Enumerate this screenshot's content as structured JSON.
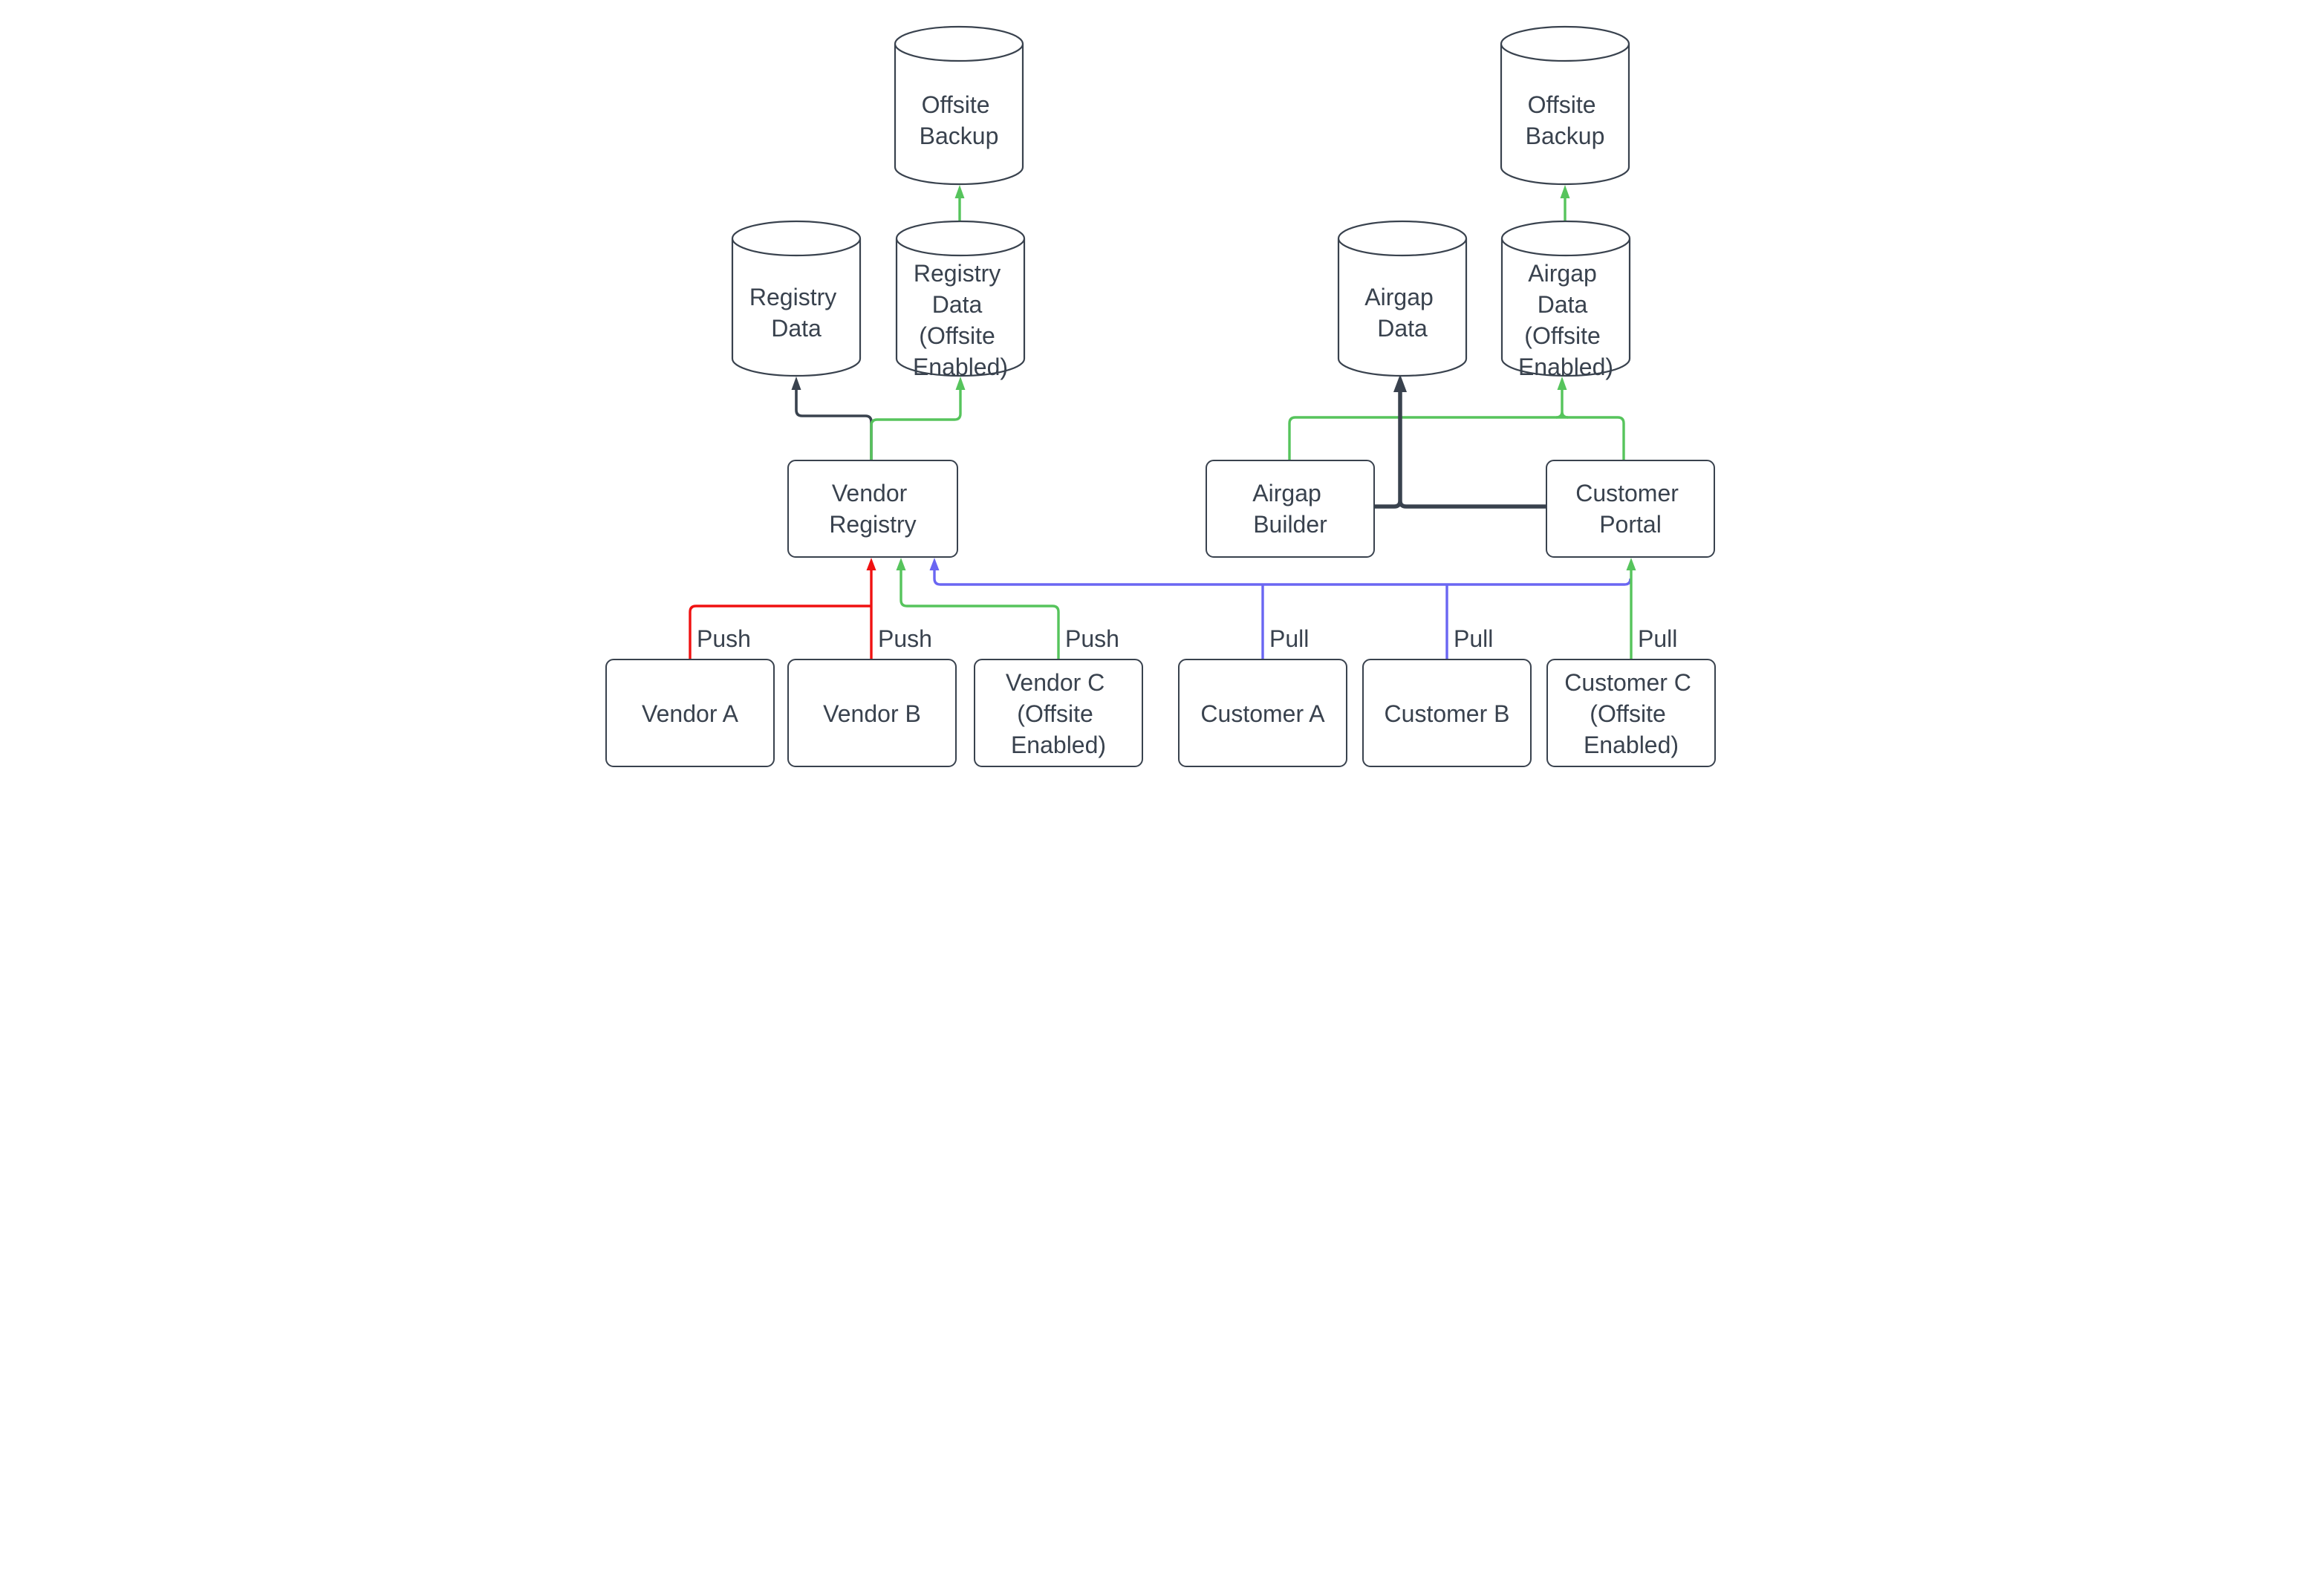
{
  "diagram": {
    "type": "architecture-flow-diagram",
    "canvas_color": "#ffffff",
    "colors": {
      "canvas": "#ffffff",
      "stroke": "#39424E",
      "red": "#F01111",
      "green": "#56C45C",
      "blue": "#6A66F2"
    },
    "nodes": {
      "offsite_backup_left": {
        "shape": "cylinder",
        "lines": [
          "Offsite",
          "Backup"
        ]
      },
      "registry_data": {
        "shape": "cylinder",
        "lines": [
          "Registry",
          "Data"
        ]
      },
      "registry_data_offsite": {
        "shape": "cylinder",
        "lines": [
          "Registry",
          "Data",
          "(Offsite",
          "Enabled)"
        ]
      },
      "vendor_registry": {
        "shape": "box",
        "lines": [
          "Vendor",
          "Registry"
        ]
      },
      "vendor_a": {
        "shape": "box",
        "lines": [
          "Vendor A"
        ]
      },
      "vendor_b": {
        "shape": "box",
        "lines": [
          "Vendor B"
        ]
      },
      "vendor_c": {
        "shape": "box",
        "lines": [
          "Vendor C",
          "(Offsite",
          "Enabled)"
        ]
      },
      "offsite_backup_right": {
        "shape": "cylinder",
        "lines": [
          "Offsite",
          "Backup"
        ]
      },
      "airgap_data": {
        "shape": "cylinder",
        "lines": [
          "Airgap",
          "Data"
        ]
      },
      "airgap_data_offsite": {
        "shape": "cylinder",
        "lines": [
          "Airgap",
          "Data",
          "(Offsite",
          "Enabled)"
        ]
      },
      "airgap_builder": {
        "shape": "box",
        "lines": [
          "Airgap",
          "Builder"
        ]
      },
      "customer_portal": {
        "shape": "box",
        "lines": [
          "Customer",
          "Portal"
        ]
      },
      "customer_a": {
        "shape": "box",
        "lines": [
          "Customer A"
        ]
      },
      "customer_b": {
        "shape": "box",
        "lines": [
          "Customer B"
        ]
      },
      "customer_c": {
        "shape": "box",
        "lines": [
          "Customer C",
          "(Offsite",
          "Enabled)"
        ]
      }
    },
    "edges": [
      {
        "name": "vendor-a-push",
        "from": "vendor_a",
        "to": "vendor_registry",
        "color": "red",
        "label": "Push"
      },
      {
        "name": "vendor-b-push",
        "from": "vendor_b",
        "to": "vendor_registry",
        "color": "red",
        "label": "Push"
      },
      {
        "name": "vendor-c-push",
        "from": "vendor_c",
        "to": "vendor_registry",
        "color": "green",
        "label": "Push"
      },
      {
        "name": "customer-a-pull",
        "from": "customer_a",
        "to": "vendor_registry",
        "color": "blue",
        "label": "Pull"
      },
      {
        "name": "customer-b-pull",
        "from": "customer_b",
        "to": "vendor_registry",
        "color": "blue",
        "label": "Pull"
      },
      {
        "name": "customer-c-pull",
        "from": "customer_c",
        "to": "customer_portal",
        "color": "green",
        "label": "Pull"
      },
      {
        "name": "vendor-registry-to-registry-data",
        "from": "vendor_registry",
        "to": "registry_data",
        "color": "dark"
      },
      {
        "name": "vendor-registry-to-registry-data-offsite",
        "from": "vendor_registry",
        "to": "registry_data_offsite",
        "color": "green"
      },
      {
        "name": "registry-data-offsite-to-offsite-backup",
        "from": "registry_data_offsite",
        "to": "offsite_backup_left",
        "color": "green"
      },
      {
        "name": "builders-to-airgap-data",
        "from": "airgap_builder / customer_portal",
        "to": "airgap_data",
        "color": "dark"
      },
      {
        "name": "airgap-builder-customer-portal-link",
        "from": "airgap_builder",
        "to": "customer_portal",
        "color": "green"
      },
      {
        "name": "link-to-airgap-data-offsite",
        "from": "airgap_builder / customer_portal",
        "to": "airgap_data_offsite",
        "color": "green"
      },
      {
        "name": "airgap-data-offsite-to-offsite-backup",
        "from": "airgap_data_offsite",
        "to": "offsite_backup_right",
        "color": "green"
      }
    ]
  }
}
